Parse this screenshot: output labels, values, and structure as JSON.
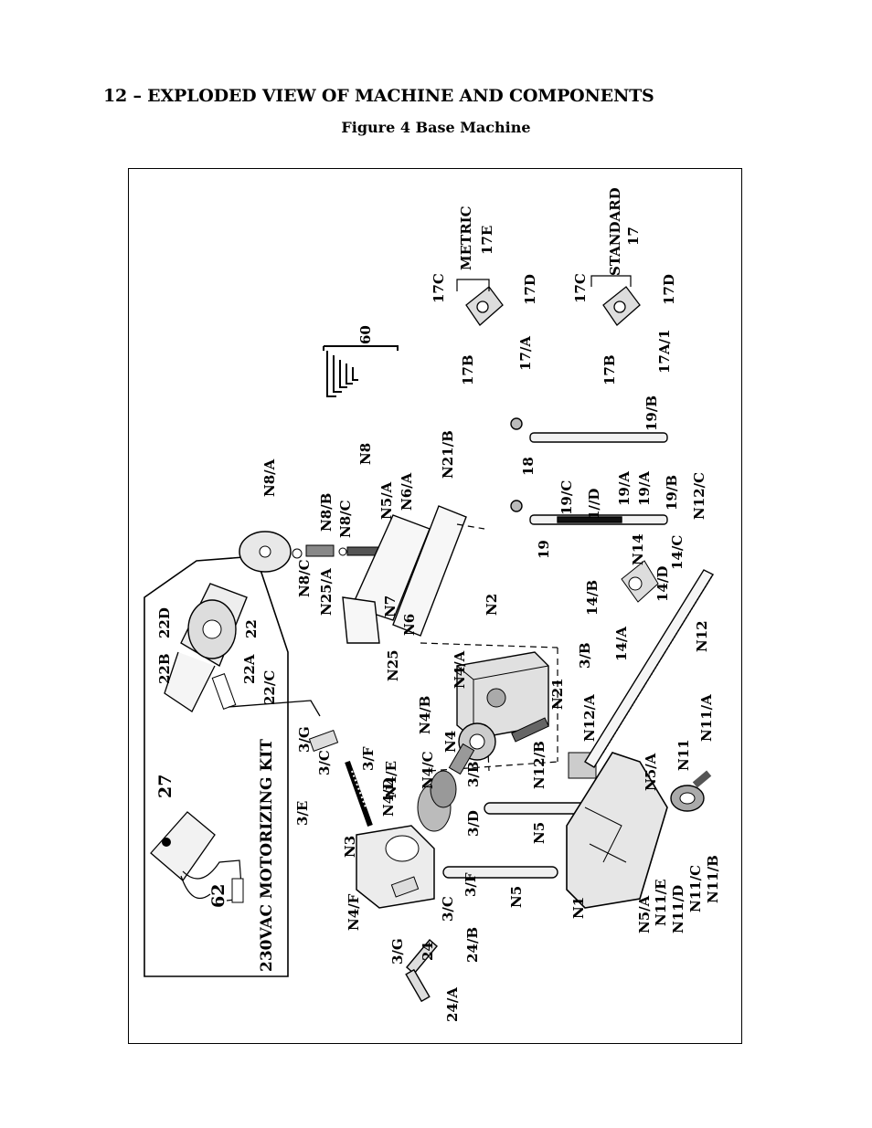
{
  "heading": "12 – EXPLODED VIEW OF MACHINE AND COMPONENTS",
  "caption": "Figure 4 Base Machine",
  "kit_title": "230VAC MOTORIZING KIT",
  "callouts": {
    "p27": "27",
    "p62": "62",
    "p22": "22",
    "p22A": "22A",
    "p22B": "22B",
    "p22C": "22/C",
    "p22D": "22D",
    "p3E": "3/E",
    "p3C_top": "3/C",
    "p3G_top": "3/G",
    "p3F_top": "3/F",
    "p3G_bot": "3/G",
    "p3C_bot": "3/C",
    "p3F_bot": "3/F",
    "p3D": "3/D",
    "p3B_mid": "3/B",
    "p3B_top": "3/B",
    "p24": "24",
    "p24A": "24/A",
    "p24B": "24/B",
    "pN3": "N3",
    "pN4": "N4",
    "pN4A": "N4/A",
    "pN4B": "N4/B",
    "pN4C": "N4/C",
    "pN4D": "N4/D",
    "pN4E": "N4/E",
    "pN4F": "N4/F",
    "pN5": "N5",
    "pN5_2": "N5",
    "pN5A": "N5/A",
    "pN5A_2": "N5/A",
    "pN5A_3": "N5/A",
    "pN1": "N1",
    "pN2": "N2",
    "pN21": "N21",
    "pN21B": "N21/B",
    "pN6": "N6",
    "pN6A": "N6/A",
    "pN7": "N7",
    "pN8": "N8",
    "pN8A": "N8/A",
    "pN8B": "N8/B",
    "pN8C": "N8/C",
    "pN8C_2": "N8/C",
    "pN25": "N25",
    "pN25A": "N25/A",
    "pN11": "N11",
    "pN11A": "N11/A",
    "pN11B": "N11/B",
    "pN11C": "N11/C",
    "pN11D": "N11/D",
    "pN11E": "N11/E",
    "pN12": "N12",
    "pN12A": "N12/A",
    "pN12B": "N12/B",
    "pN12C": "N12/C",
    "pN14": "N14",
    "p14A": "14/A",
    "p14B": "14/B",
    "p14C": "14/C",
    "p14D": "14/D",
    "p18": "18",
    "p19": "19",
    "p19A": "19/A",
    "p19A_2": "19/A",
    "p19B": "19/B",
    "p19B_2": "19/B",
    "p19C": "19/C",
    "p1D": "1//D",
    "p17": "17",
    "p17A": "17/A",
    "p17A1": "17A/1",
    "p17B": "17B",
    "p17B_2": "17B",
    "p17C": "17C",
    "p17C_2": "17C",
    "p17D": "17D",
    "p17D_2": "17D",
    "p17E": "17E",
    "metric": "METRIC",
    "standard": "STANDARD",
    "p60": "60"
  }
}
